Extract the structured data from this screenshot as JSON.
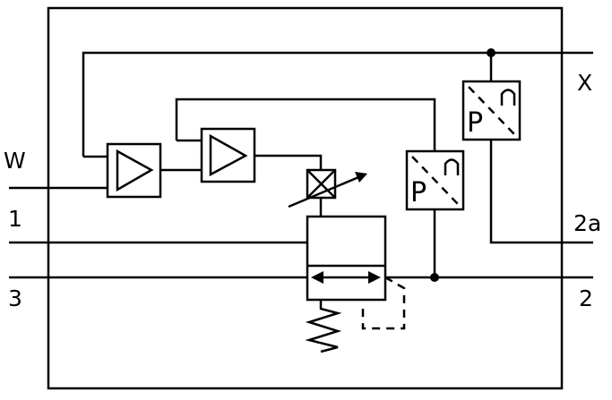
{
  "ports": {
    "w": "W",
    "p1": "1",
    "p3": "3",
    "x": "X",
    "p2a": "2a",
    "p2": "2"
  },
  "pressure_sensors": {
    "symbol": "P"
  },
  "icons": {
    "amplifier": "triangle-amplifier-icon",
    "valve": "proportional-valve-icon",
    "spring": "spring-icon",
    "pressure_sensor": "pressure-sensor-icon"
  }
}
